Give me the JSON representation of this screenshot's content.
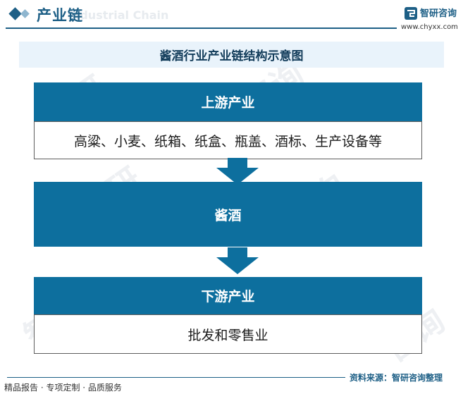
{
  "header": {
    "title": "产业链",
    "ghost_text": "Industrial Chain",
    "logo_name": "智研咨询",
    "logo_url": "www.chyxx.com"
  },
  "diagram": {
    "title": "酱酒行业产业链结构示意图",
    "upstream": {
      "label": "上游产业",
      "content": "高粱、小麦、纸箱、纸盒、瓶盖、酒标、生产设备等"
    },
    "midstream": {
      "label": "酱酒"
    },
    "downstream": {
      "label": "下游产业",
      "content": "批发和零售业"
    }
  },
  "footer": {
    "left": "精品报告 · 专项定制 · 品质服务",
    "source": "资料来源：智研咨询整理"
  },
  "colors": {
    "primary": "#0d6f9e",
    "brand": "#1d5f86",
    "title_band": "#e9f3fb"
  }
}
